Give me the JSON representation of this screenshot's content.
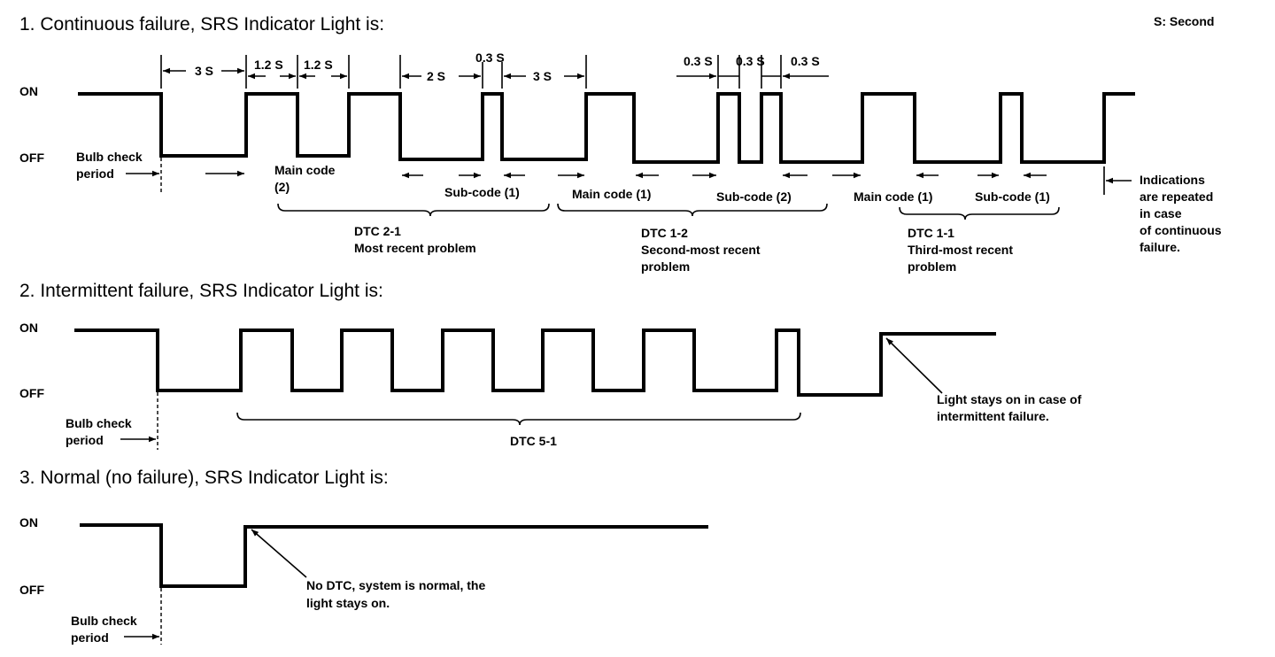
{
  "unit_note": "S: Second",
  "sections": {
    "continuous": {
      "heading": "1.  Continuous failure, SRS Indicator Light is:",
      "on": "ON",
      "off": "OFF",
      "bulb_check": [
        "Bulb check",
        "period"
      ],
      "timings": {
        "t3s_a": "3 S",
        "t12_a": "1.2 S",
        "t12_b": "1.2 S",
        "t2s": "2 S",
        "t03_a": "0.3 S",
        "t3s_b": "3 S",
        "t03_b": "0.3 S",
        "t03_c": "0.3 S",
        "t03_d": "0.3 S"
      },
      "main_code_2": [
        "Main code",
        "(2)"
      ],
      "sub_code_1a": "Sub-code (1)",
      "main_code_1a": "Main code (1)",
      "sub_code_2": "Sub-code (2)",
      "main_code_1b": "Main code (1)",
      "sub_code_1b": "Sub-code (1)",
      "dtc_21": [
        "DTC 2-1",
        "Most recent problem"
      ],
      "dtc_12": [
        "DTC 1-2",
        "Second-most recent",
        "problem"
      ],
      "dtc_11": [
        "DTC 1-1",
        "Third-most recent",
        "problem"
      ],
      "repeat_note": [
        "Indications",
        "are repeated",
        "in case",
        "of continuous",
        "failure."
      ]
    },
    "intermittent": {
      "heading": "2.  Intermittent failure, SRS Indicator Light is:",
      "on": "ON",
      "off": "OFF",
      "bulb_check": [
        "Bulb check",
        "period"
      ],
      "dtc": "DTC 5-1",
      "note": [
        "Light stays on in case of",
        "intermittent failure."
      ]
    },
    "normal": {
      "heading": "3.  Normal (no failure), SRS Indicator Light is:",
      "on": "ON",
      "off": "OFF",
      "bulb_check": [
        "Bulb check",
        "period"
      ],
      "note": [
        "No DTC, system is normal, the",
        "light stays on."
      ]
    }
  }
}
